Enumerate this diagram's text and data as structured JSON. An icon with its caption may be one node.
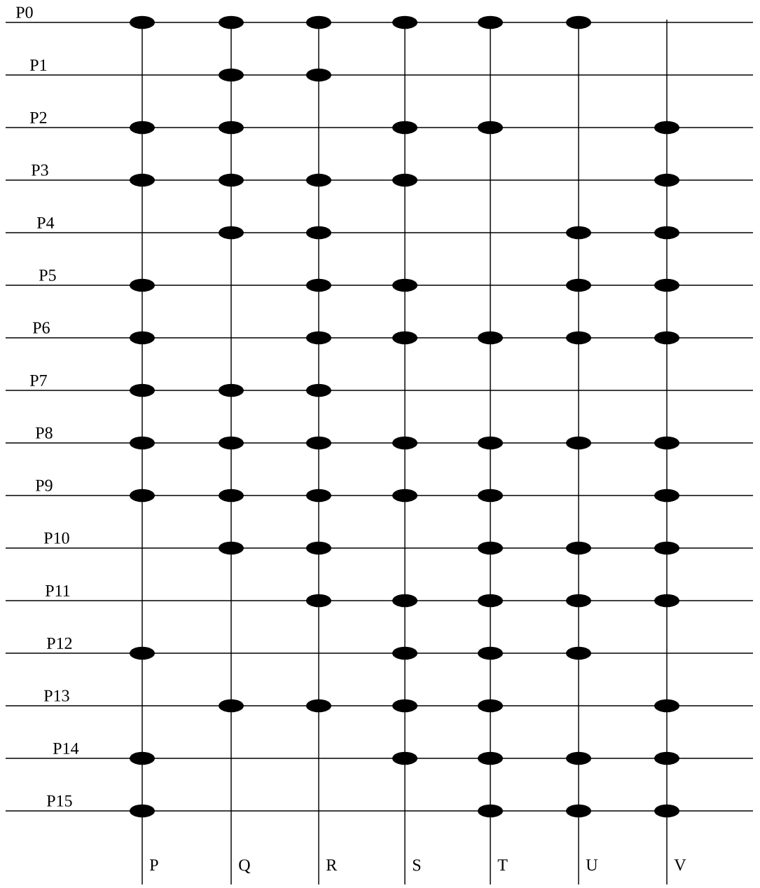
{
  "diagram": {
    "nodes": [
      {
        "text": [],
        "shape": "circle"
      },
      {
        "text": [],
        "shape": "circle"
      },
      {
        "text": [],
        "shape": "circle"
      },
      {
        "text": [],
        "shape": "circle"
      },
      {
        "text": [],
        "shape": "circle"
      },
      {
        "text": [],
        "shape": "circle"
      },
      {
        "text": [],
        "shape": "circle"
      },
      {
        "text": [],
        "shape": "circle"
      },
      {
        "text": [],
        "shape": "circle"
      },
      {
        "text": [],
        "shape": "circle"
      },
      {
        "text": [],
        "shape": "circle"
      },
      {
        "text": [],
        "shape": "circle"
      },
      {
        "text": [],
        "shape": "circle"
      },
      {
        "text": [],
        "shape": "circle"
      },
      {
        "text": [],
        "shape": "circle"
      },
      {
        "text": [],
        "shape": "circle"
      },
      {
        "text": [],
        "shape": "circle"
      },
      {
        "text": [],
        "shape": "circle"
      },
      {
        "text": [],
        "shape": "circle"
      },
      {
        "text": [],
        "shape": "circle"
      },
      {
        "text": [],
        "shape": "circle"
      },
      {
        "text": [],
        "shape": "circle"
      },
      {
        "text": [],
        "shape": "circle"
      },
      {
        "text": [],
        "shape": "circle"
      },
      {
        "text": [],
        "shape": "circle"
      },
      {
        "text": [],
        "shape": "circle"
      },
      {
        "text": [],
        "shape": "circle"
      },
      {
        "text": [],
        "shape": "circle"
      },
      {
        "text": [],
        "shape": "circle"
      },
      {
        "text": [],
        "shape": "circle"
      },
      {
        "text": [],
        "shape": "circle"
      },
      {
        "text": [],
        "shape": "circle"
      },
      {
        "text": [],
        "shape": "circle"
      },
      {
        "text": [],
        "shape": "circle"
      },
      {
        "text": [],
        "shape": "circle"
      },
      {
        "text": [],
        "shape": "circle"
      },
      {
        "text": [],
        "shape": "circle"
      },
      {
        "text": [],
        "shape": "circle"
      },
      {
        "text": [],
        "shape": "circle"
      },
      {
        "text": [],
        "shape": "circle"
      },
      {
        "text": [],
        "shape": "circle"
      },
      {
        "text": [],
        "shape": "circle"
      },
      {
        "text": [],
        "shape": "circle"
      },
      {
        "text": [],
        "shape": "circle"
      },
      {
        "text": [],
        "shape": "circle"
      },
      {
        "text": [],
        "shape": "circle"
      },
      {
        "text": [],
        "shape": "circle"
      },
      {
        "text": [],
        "shape": "circle"
      },
      {
        "text": [],
        "shape": "circle"
      },
      {
        "text": [],
        "shape": "circle"
      },
      {
        "text": [],
        "shape": "circle"
      },
      {
        "text": [],
        "shape": "circle"
      },
      {
        "text": [],
        "shape": "circle"
      },
      {
        "text": [],
        "shape": "circle"
      },
      {
        "text": [],
        "shape": "circle"
      },
      {
        "text": [],
        "shape": "circle"
      },
      {
        "text": [],
        "shape": "circle"
      },
      {
        "text": [],
        "shape": "circle"
      },
      {
        "text": [],
        "shape": "circle"
      },
      {
        "text": [],
        "shape": "circle"
      },
      {
        "text": [],
        "shape": "circle"
      },
      {
        "text": [],
        "shape": "circle"
      },
      {
        "text": [],
        "shape": "circle"
      },
      {
        "text": [],
        "shape": "circle"
      },
      {
        "text": [],
        "shape": "circle"
      },
      {
        "text": [],
        "shape": "circle"
      },
      {
        "text": [],
        "shape": "circle"
      },
      {
        "text": [],
        "shape": "circle"
      },
      {
        "text": [],
        "shape": "circle"
      },
      {
        "text": [],
        "shape": "circle"
      },
      {
        "text": [],
        "shape": "circle"
      },
      {
        "text": [],
        "shape": "circle"
      },
      {
        "text": [],
        "shape": "circle"
      },
      {
        "text": [],
        "shape": "circle"
      },
      {
        "text": [],
        "shape": "circle"
      },
      {
        "text": [],
        "shape": "circle"
      },
      {
        "text": [],
        "shape": "circle"
      }
    ],
    "labels": [
      "P0",
      "P1",
      "P2",
      "P3",
      "P4",
      "P5",
      "P6",
      "P7",
      "P8",
      "P9",
      "P10",
      "P11",
      "P12",
      "P13",
      "P14",
      "P15",
      "P",
      "Q",
      "R",
      "S",
      "T",
      "U",
      "V"
    ]
  }
}
